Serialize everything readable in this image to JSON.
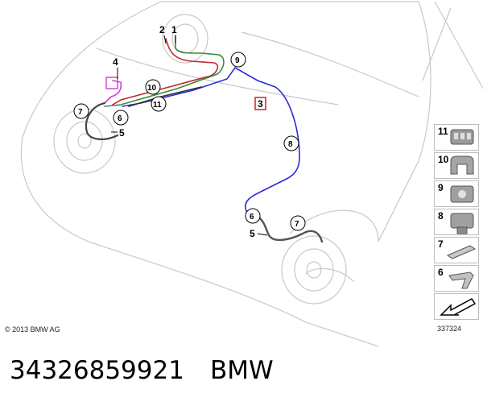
{
  "diagram": {
    "callouts_main": [
      "1",
      "2",
      "3",
      "4",
      "5",
      "6",
      "7",
      "8",
      "9",
      "10",
      "11"
    ],
    "lower_callouts": {
      "six": "6",
      "seven": "7",
      "five": "5"
    },
    "copyright": "© 2013 BMW AG",
    "figure_id": "337324"
  },
  "legend": {
    "items": [
      {
        "number": "11",
        "icon": "clip-11-icon"
      },
      {
        "number": "10",
        "icon": "clip-10-icon"
      },
      {
        "number": "9",
        "icon": "clip-9-icon"
      },
      {
        "number": "8",
        "icon": "clip-8-icon"
      },
      {
        "number": "7",
        "icon": "bracket-7-icon"
      },
      {
        "number": "6",
        "icon": "bracket-6-icon"
      }
    ],
    "arrow_icon": "arrow-icon"
  },
  "caption": {
    "part_number": "34326859921",
    "brand": "BMW"
  },
  "colors": {
    "line_blue": "#2b2bd6",
    "line_red": "#c4262e",
    "line_green": "#3a8a3a",
    "line_magenta": "#d23ad2",
    "highlight_red": "#d22020"
  }
}
